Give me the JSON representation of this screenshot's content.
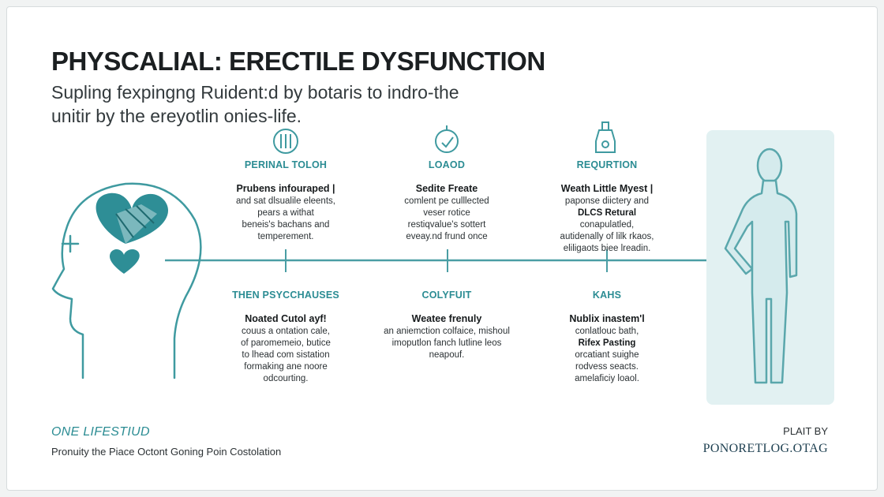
{
  "header": {
    "title": "PHYSCALIAL: ERECTILE DYSFUNCTION",
    "subtitle_line1": "Supling fexpingng Ruident:d by botaris to indro-the",
    "subtitle_line2": "unitir by the ereyotlin onies-life."
  },
  "columns_top": [
    {
      "icon": "pill-tablets-icon",
      "heading": "PERINAL TOLOH",
      "subheading": "Prubens infouraped |",
      "lines": [
        "and sat dlsualile eleents,",
        "pears a withat",
        "beneis's bachans and",
        "temperement."
      ]
    },
    {
      "icon": "clock-check-icon",
      "heading": "LOAOD",
      "subheading": "Sedite Freate",
      "lines": [
        "comlent pe culllected",
        "veser rotice",
        "restiqvalue's sottert",
        "eveay.nd frund once"
      ]
    },
    {
      "icon": "bottle-icon",
      "heading": "REQURTION",
      "subheading": "Weath Little Myest |",
      "lines": [
        "paponse diictery and",
        "DLCS Retural",
        "conapulatled,",
        "autidenally of lilk rkaos,",
        "eliligaots biee lreadin."
      ]
    }
  ],
  "columns_bottom": [
    {
      "heading": "THEN PSYCCHAUSES",
      "subheading": "Noated Cutol ayf!",
      "lines": [
        "couus a ontation cale,",
        "of paromemeio, butice",
        "to lhead com sistation",
        "formaking ane noore",
        "odcourting."
      ]
    },
    {
      "heading": "COLYFUIT",
      "subheading": "Weatee frenuly",
      "lines": [
        "an aniemction colfaice, mishoul",
        "imoputlon fanch lutline leos",
        "neapouf."
      ]
    },
    {
      "heading": "KAHS",
      "subheading": "Nublix inastem'l",
      "lines": [
        "conlatlouc bath,",
        "Rifex Pasting",
        "orcatiant suighe",
        "rodvess seacts.",
        "amelaficiy loaol."
      ]
    }
  ],
  "footer": {
    "brand": "ONE LIFESTIUD",
    "tagline": "Pronuity the Piace Octont Goning Poin Costolation",
    "plait": "PLAIT BY",
    "site": "PONORETLOG.OTAG"
  },
  "colors": {
    "accent": "#2b8c93",
    "line": "#4a9ea4",
    "figure_fill": "#d5ebed",
    "panel_fill": "#e2f1f2"
  }
}
